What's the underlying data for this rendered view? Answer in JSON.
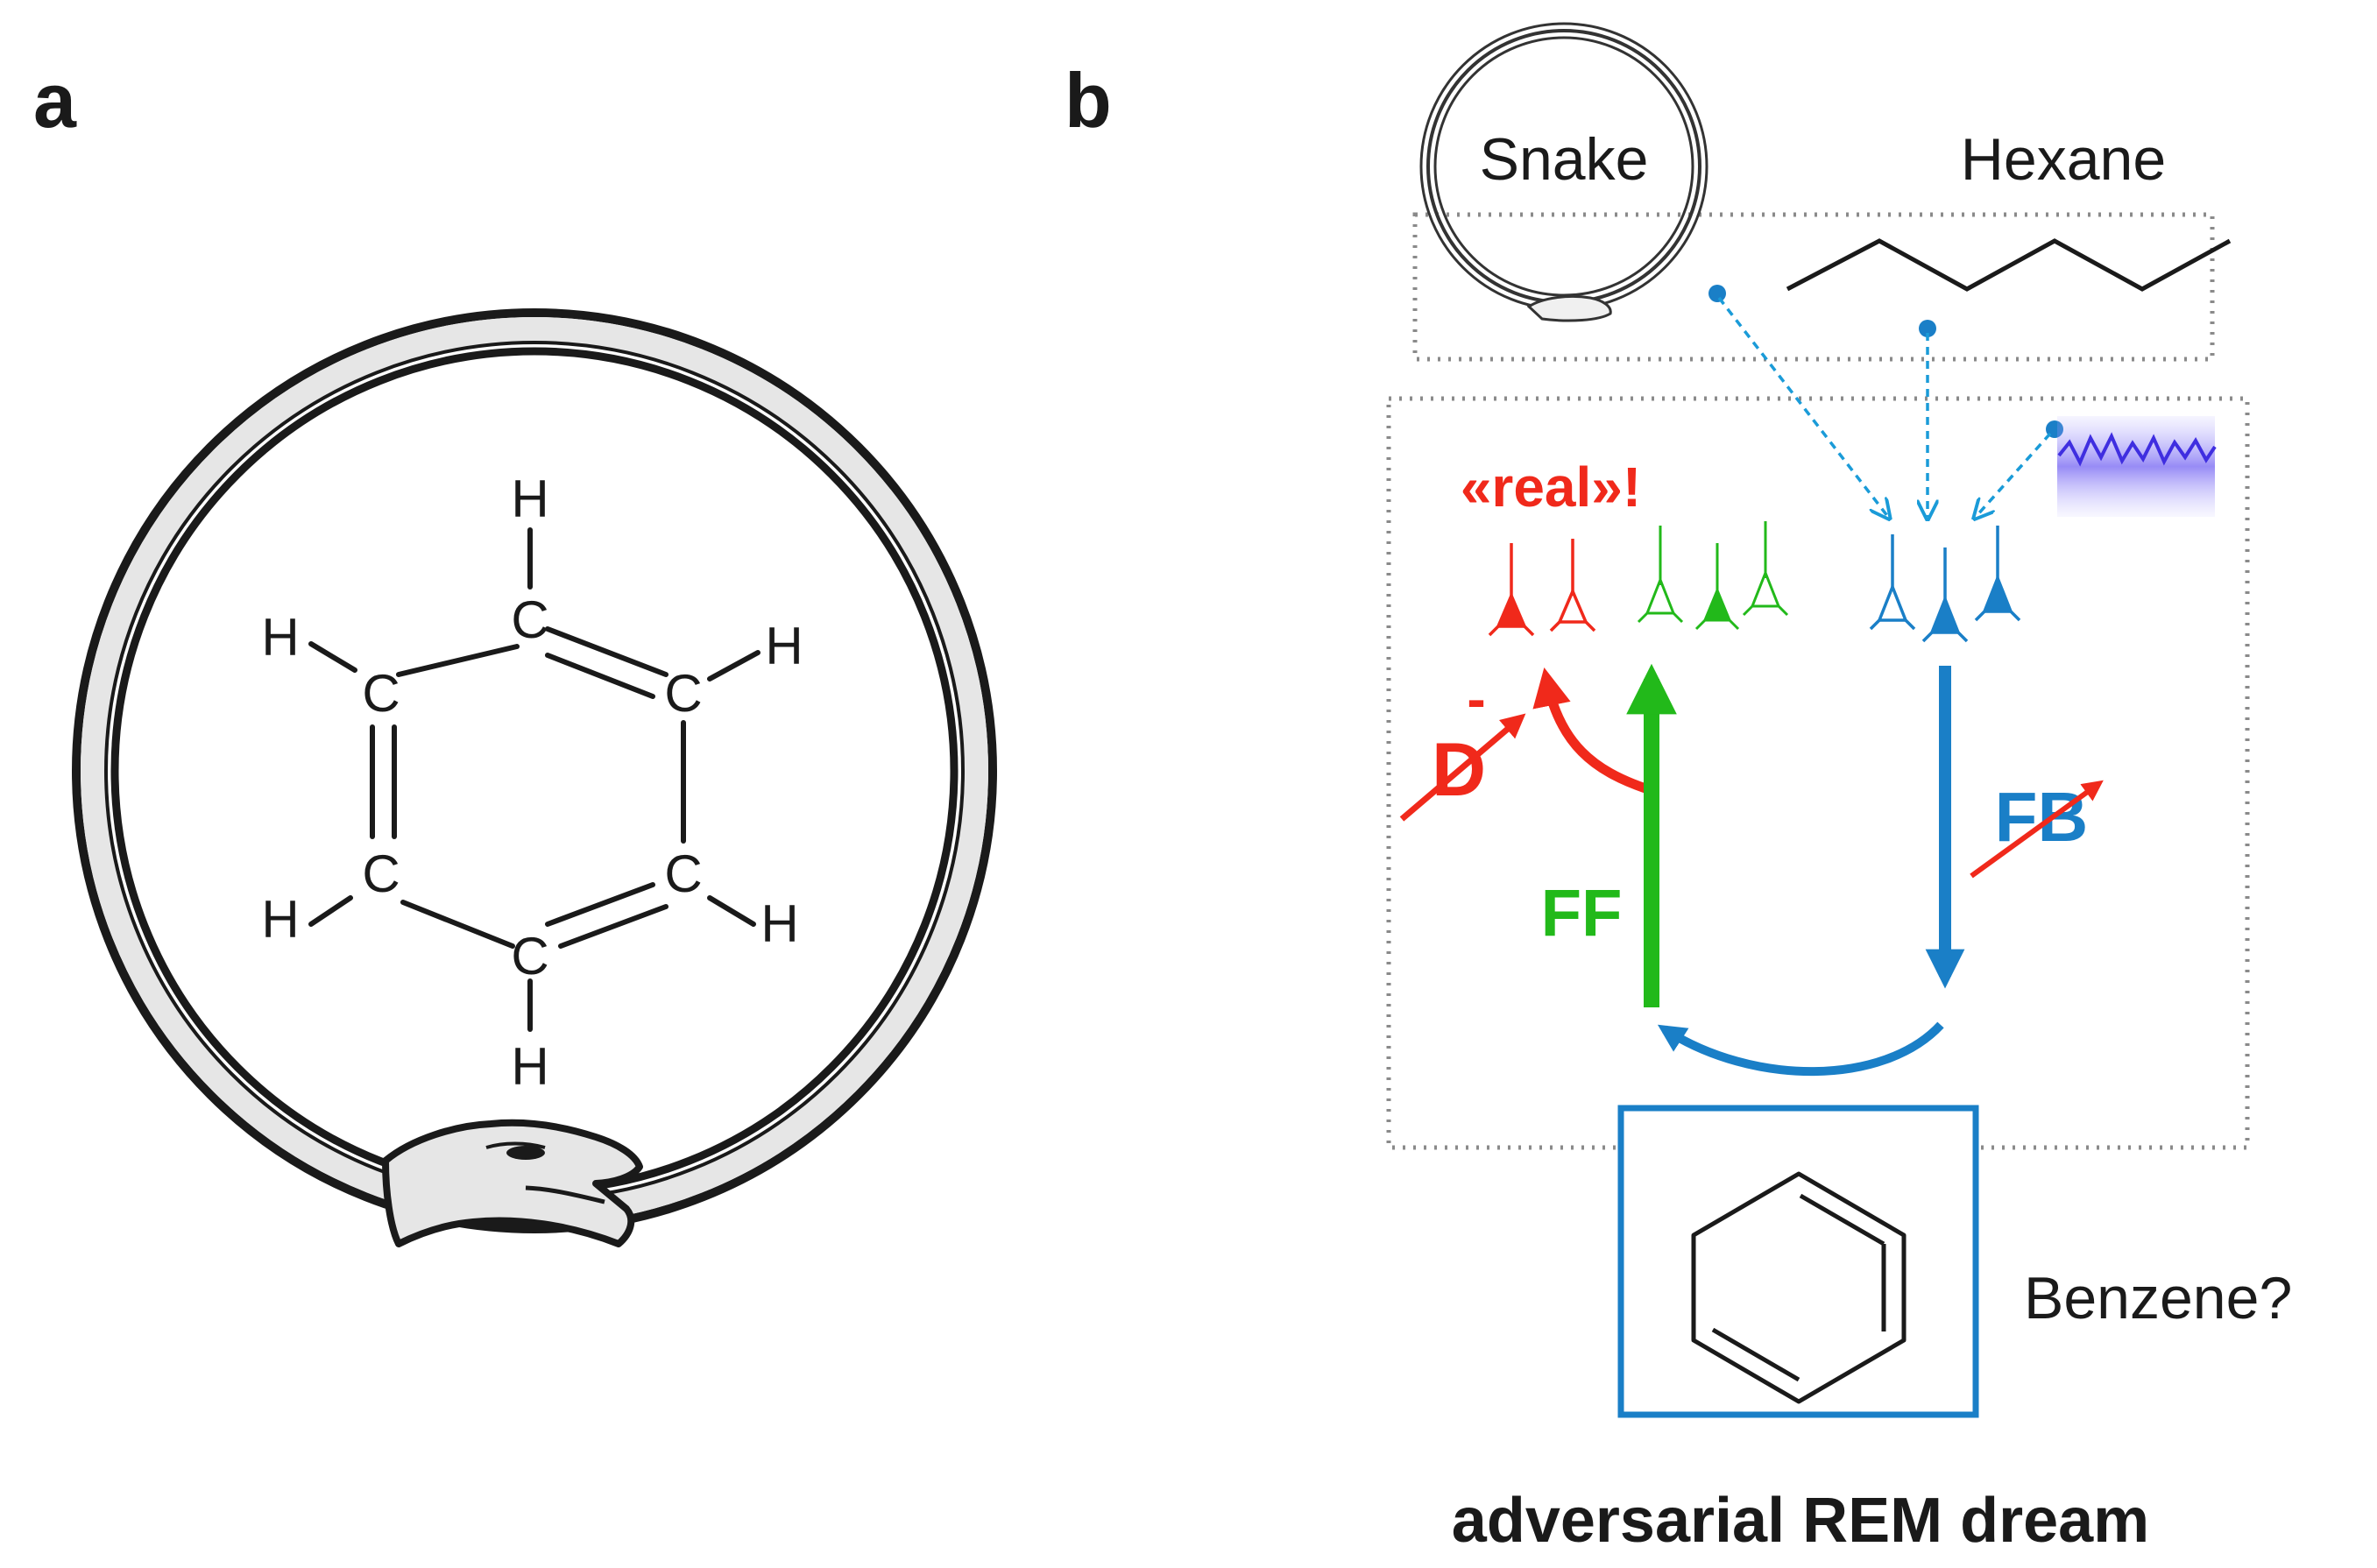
{
  "panel_a": {
    "label": "a",
    "atoms": {
      "carbon": [
        "C",
        "C",
        "C",
        "C",
        "C",
        "C"
      ],
      "hydrogen": [
        "H",
        "H",
        "H",
        "H",
        "H",
        "H"
      ]
    }
  },
  "panel_b": {
    "label": "b",
    "inputs": {
      "snake": "Snake",
      "hexane": "Hexane"
    },
    "discriminator": {
      "real_label": "«real»!",
      "minus": "-",
      "d_label": "D"
    },
    "pathways": {
      "feedforward": "FF",
      "feedback": "FB"
    },
    "output": {
      "molecule": "Benzene?"
    },
    "caption": "adversarial REM dream"
  },
  "colors": {
    "red": "#f0291b",
    "green": "#22b91a",
    "blue": "#1a7fc7",
    "dark": "#1a1a1a",
    "grey_fill": "#e6e6e6",
    "dotted": "#8a8a8a"
  }
}
